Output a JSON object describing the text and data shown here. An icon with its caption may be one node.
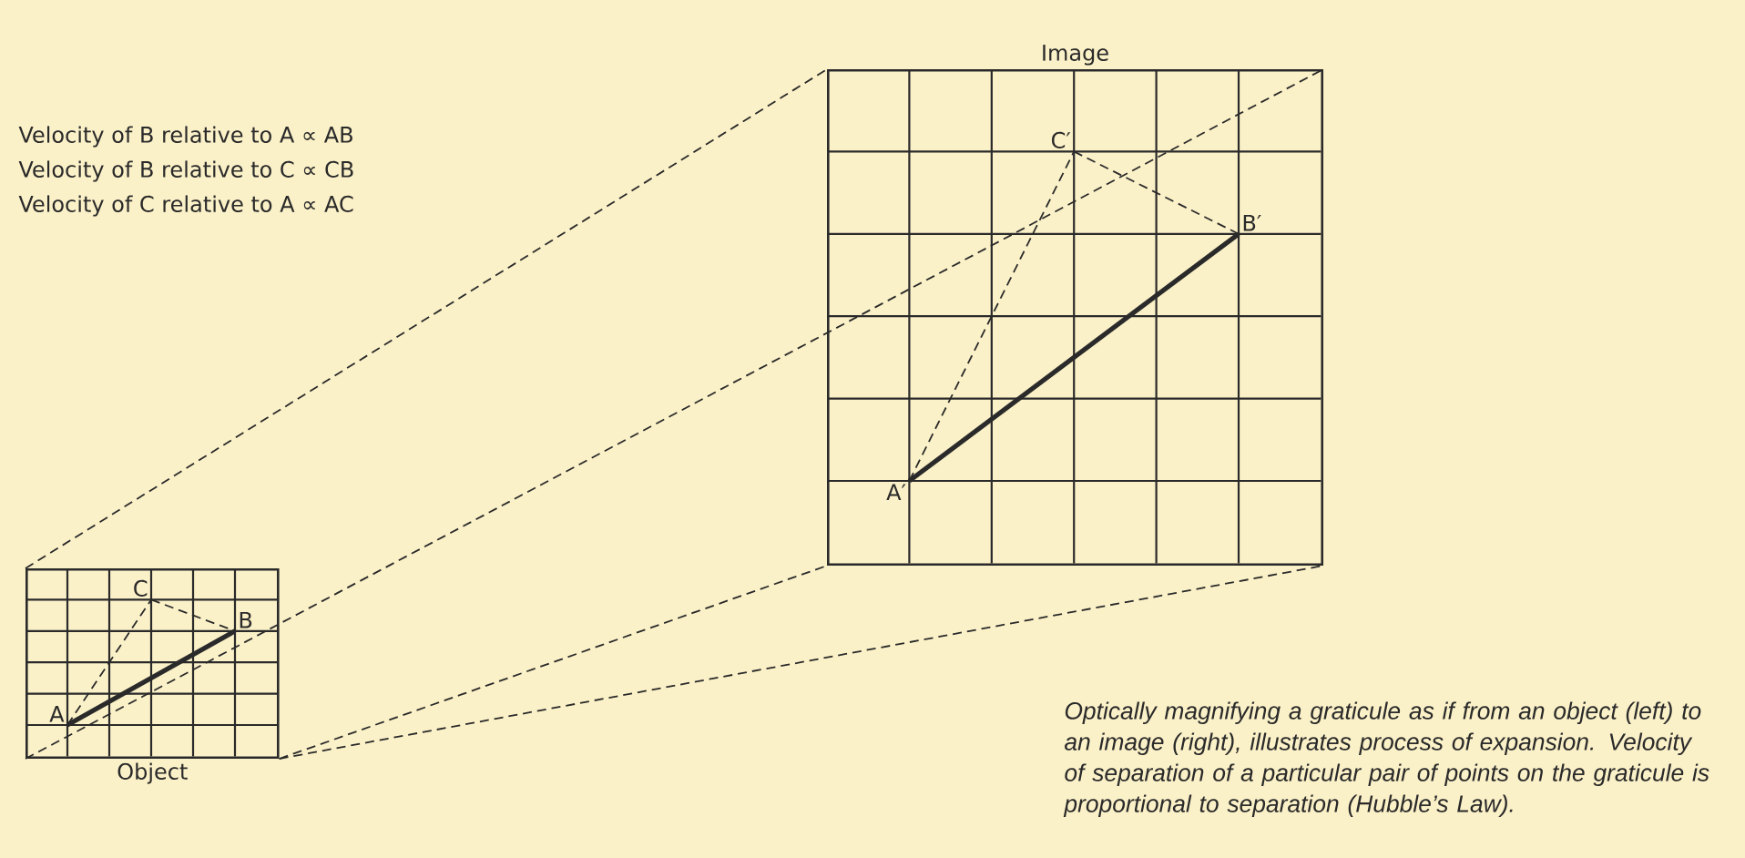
{
  "diagram": {
    "caption": "Optically magnifying a graticule as if from an object (left) to an image (right), illustrates process of expansion. Velocity of separation of a particular pair of points on the graticule is proportional to separation (Hubble’s Law).",
    "nodes": [
      {
        "text": [
          "Object"
        ]
      },
      {
        "text": [
          "A"
        ],
        "in": 0
      },
      {
        "text": [
          "B"
        ],
        "in": 0
      },
      {
        "text": [
          "C"
        ],
        "in": 0
      },
      {
        "text": [
          "Image"
        ]
      },
      {
        "text": [
          "A′"
        ],
        "in": 4
      },
      {
        "text": [
          "B′"
        ],
        "in": 4
      },
      {
        "text": [
          "C′"
        ],
        "in": 4
      }
    ],
    "edges": [
      {
        "from": 1,
        "to": 2,
        "arrow": "none",
        "style": "thick"
      },
      {
        "from": 1,
        "to": 3,
        "arrow": "none",
        "style": "dashed"
      },
      {
        "from": 3,
        "to": 2,
        "arrow": "none",
        "style": "dashed"
      },
      {
        "from": 5,
        "to": 6,
        "arrow": "none",
        "style": "thick"
      },
      {
        "from": 5,
        "to": 7,
        "arrow": "none",
        "style": "dashed"
      },
      {
        "from": 7,
        "to": 6,
        "arrow": "none",
        "style": "dashed"
      },
      {
        "from": 0,
        "to": 4,
        "arrow": "none",
        "style": "dashed"
      },
      {
        "from": 0,
        "to": 4,
        "arrow": "none",
        "style": "dashed"
      },
      {
        "from": 0,
        "to": 4,
        "arrow": "none",
        "style": "dashed"
      },
      {
        "from": 0,
        "to": 4,
        "arrow": "none",
        "style": "dashed"
      }
    ],
    "labels": [
      "Velocity of B relative to A ∝ AB",
      "Velocity of B relative to C ∝ CB",
      "Velocity of C relative to A ∝ AC"
    ]
  }
}
